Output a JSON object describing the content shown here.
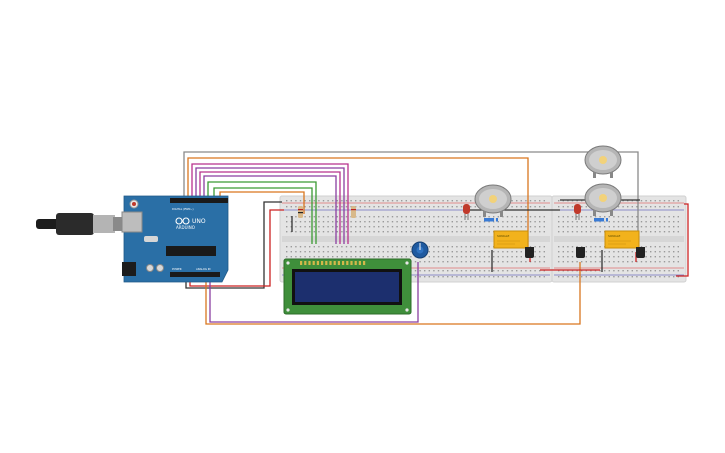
{
  "circuit": {
    "arduino": {
      "brand_label": "ARDUINO",
      "model_label": "UNO",
      "header_labels": [
        "DIGITAL (PWM~)",
        "POWER",
        "ANALOG IN"
      ]
    },
    "relays": [
      {
        "label": "SONGLE"
      },
      {
        "label": "SONGLE"
      }
    ],
    "colors": {
      "breadboard": "#e4e4e4",
      "arduino_board": "#2a6fa6",
      "lcd_frame": "#3f8f3b",
      "lcd_screen": "#1c2f6e",
      "relay": "#f2b21c",
      "wire_orange": "#d9761f",
      "wire_purple": "#8a3fa0",
      "wire_magenta": "#b8318e",
      "wire_green": "#3a9a33",
      "wire_red": "#cc2222",
      "wire_dark": "#333333",
      "wire_gray": "#8a8a8a"
    },
    "components": [
      "arduino-uno",
      "usb-cable",
      "breadboard-main",
      "breadboard-right",
      "lcd-16x2",
      "potentiometer",
      "dc-motor",
      "dc-motor",
      "dc-motor",
      "led-red",
      "led-red",
      "relay",
      "relay",
      "transistor",
      "transistor",
      "diode",
      "resistor"
    ]
  }
}
